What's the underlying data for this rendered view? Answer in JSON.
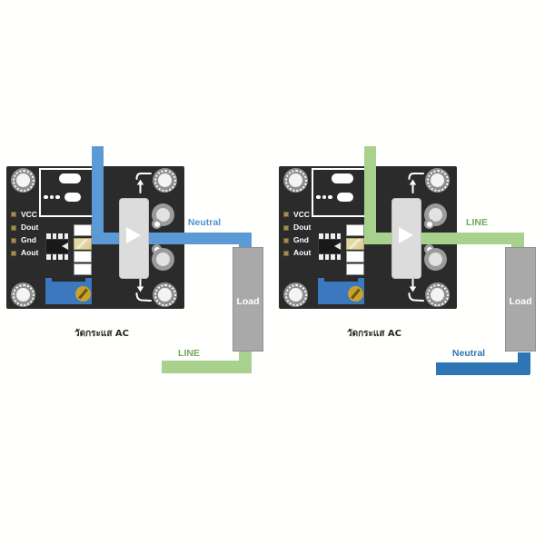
{
  "colors": {
    "background": "#ffffff",
    "pcb": "#2b2b2b",
    "sensor_body": "#dcdcdc",
    "load_fill": "#a9a9a9",
    "potentiometer_blue": "#3b78bd",
    "screw_gold": "#c9a22b",
    "wire_light_blue": "#5b9bd5",
    "wire_dark_blue": "#2e75b6",
    "wire_green": "#a9d18e"
  },
  "icons": {
    "sensor_direction_triangle": "play-triangle-right",
    "wire_path_arrow_top": "arrow-up-with-curve",
    "wire_path_arrow_bottom": "arrow-down-with-curve"
  },
  "diagrams": [
    {
      "caption": "วัดกระแส AC",
      "pins": [
        "VCC",
        "Dout",
        "Gnd",
        "Aout"
      ],
      "load_label": "Load",
      "top_wire": {
        "label": "Neutral",
        "color": "#5b9bd5",
        "label_color": "#4d94d0"
      },
      "bottom_wire": {
        "label": "LINE",
        "color": "#a9d18e",
        "label_color": "#74a85c"
      }
    },
    {
      "caption": "วัดกระแส AC",
      "pins": [
        "VCC",
        "Dout",
        "Gnd",
        "Aout"
      ],
      "load_label": "Load",
      "top_wire": {
        "label": "LINE",
        "color": "#a9d18e",
        "label_color": "#74a85c"
      },
      "bottom_wire": {
        "label": "Neutral",
        "color": "#2e75b6",
        "label_color": "#2e75b6"
      }
    }
  ]
}
